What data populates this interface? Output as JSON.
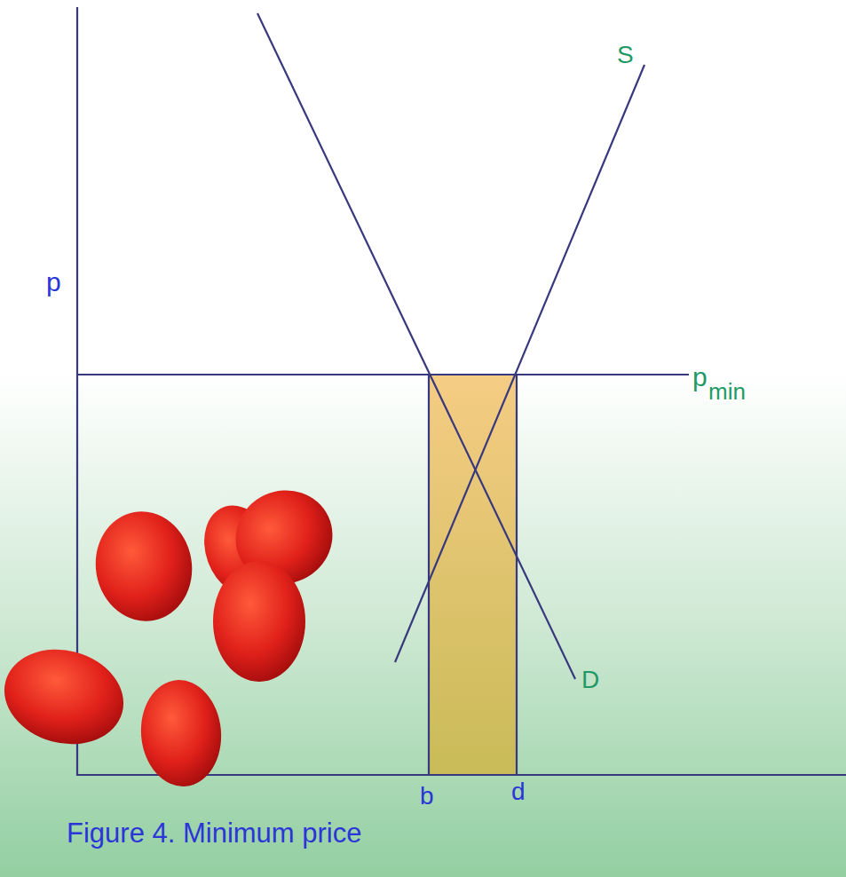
{
  "diagram": {
    "caption": "Figure 4. Minimum price",
    "labels": [
      "p",
      "S",
      "p",
      "min",
      "D",
      "b",
      "d"
    ]
  }
}
